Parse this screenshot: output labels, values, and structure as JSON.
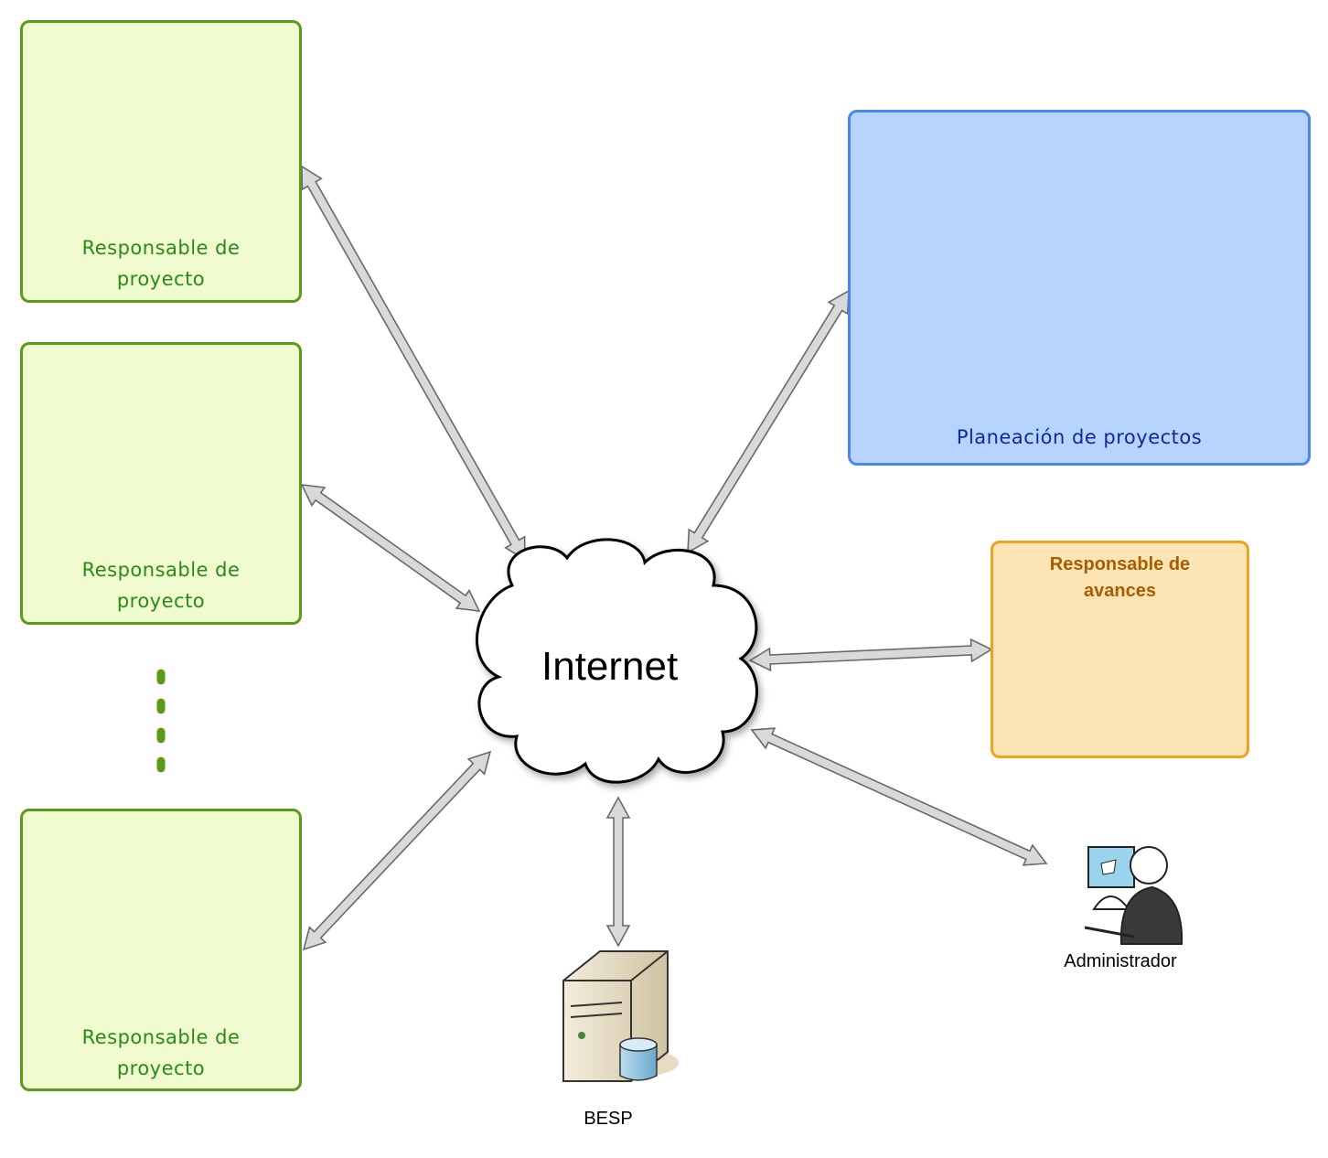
{
  "nodes": {
    "project_lead_1": {
      "label_line1": "Responsable de",
      "label_line2": "proyecto"
    },
    "project_lead_2": {
      "label_line1": "Responsable de",
      "label_line2": "proyecto"
    },
    "project_lead_3": {
      "label_line1": "Responsable de",
      "label_line2": "proyecto"
    },
    "planning": {
      "label": "Planeación de proyectos"
    },
    "progress": {
      "label_line1": "Responsable de",
      "label_line2": "avances"
    },
    "internet": {
      "label": "Internet"
    },
    "server": {
      "label": "BESP"
    },
    "admin": {
      "label": "Administrador"
    }
  },
  "colors": {
    "green_border": "#5c9a1a",
    "green_fill": "#f0fbd0",
    "blue_border": "#4a85f0",
    "blue_fill": "#b6d4ff",
    "orange_border": "#f2a11f",
    "orange_fill": "#fde4b4",
    "arrow_fill": "#d9d9d9",
    "arrow_stroke": "#6a6a6a"
  }
}
